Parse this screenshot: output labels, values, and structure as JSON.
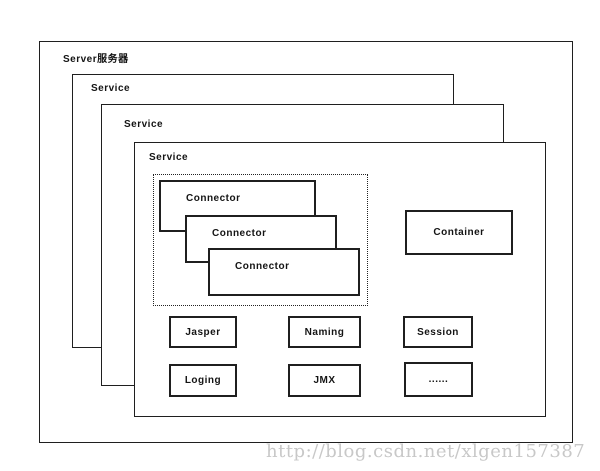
{
  "diagram": {
    "server": {
      "label": "Server服务器"
    },
    "services": [
      {
        "label": "Service"
      },
      {
        "label": "Service"
      },
      {
        "label": "Service"
      }
    ],
    "connectors": [
      {
        "label": "Connector"
      },
      {
        "label": "Connector"
      },
      {
        "label": "Connector"
      }
    ],
    "container": {
      "label": "Container"
    },
    "components": [
      {
        "label": "Jasper"
      },
      {
        "label": "Naming"
      },
      {
        "label": "Session"
      },
      {
        "label": "Loging"
      },
      {
        "label": "JMX"
      },
      {
        "label": "......"
      }
    ],
    "colors": {
      "border": "#1f1f1f",
      "background": "#ffffff",
      "watermark": "#c8c8c8"
    }
  },
  "watermark": {
    "text": "http://blog.csdn.net/xlgen157387"
  }
}
